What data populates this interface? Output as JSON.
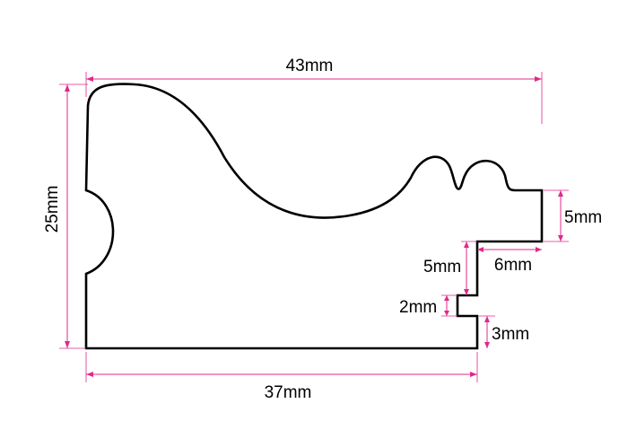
{
  "colors": {
    "dimension": "#e0288a",
    "outline": "#000000",
    "background": "#ffffff"
  },
  "dimensions": {
    "overall_width": "43mm",
    "height": "25mm",
    "base_width": "37mm",
    "upper_step_height": "5mm",
    "rebate_width": "6mm",
    "rebate_height": "5mm",
    "small_notch": "2mm",
    "bottom_step": "3mm"
  }
}
